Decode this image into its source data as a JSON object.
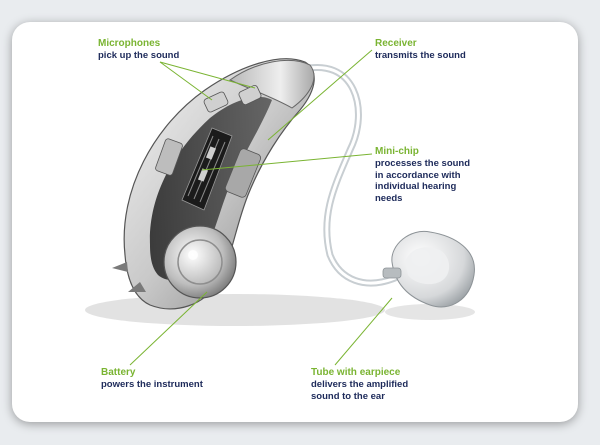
{
  "labels": {
    "microphones": {
      "name": "Microphones",
      "desc": "pick up the sound"
    },
    "receiver": {
      "name": "Receiver",
      "desc": "transmits the sound"
    },
    "minichip": {
      "name": "Mini-chip",
      "desc": "processes the sound\nin accordance with\nindividual hearing\nneeds"
    },
    "battery": {
      "name": "Battery",
      "desc": "powers the instrument"
    },
    "tube": {
      "name": "Tube with earpiece",
      "desc": "delivers the amplified\nsound to the ear"
    }
  },
  "colors": {
    "label_name": "#7ab432",
    "label_desc": "#1d2a5a",
    "leader_line": "#7ab432",
    "background": "#e9ecef",
    "card": "#ffffff"
  }
}
